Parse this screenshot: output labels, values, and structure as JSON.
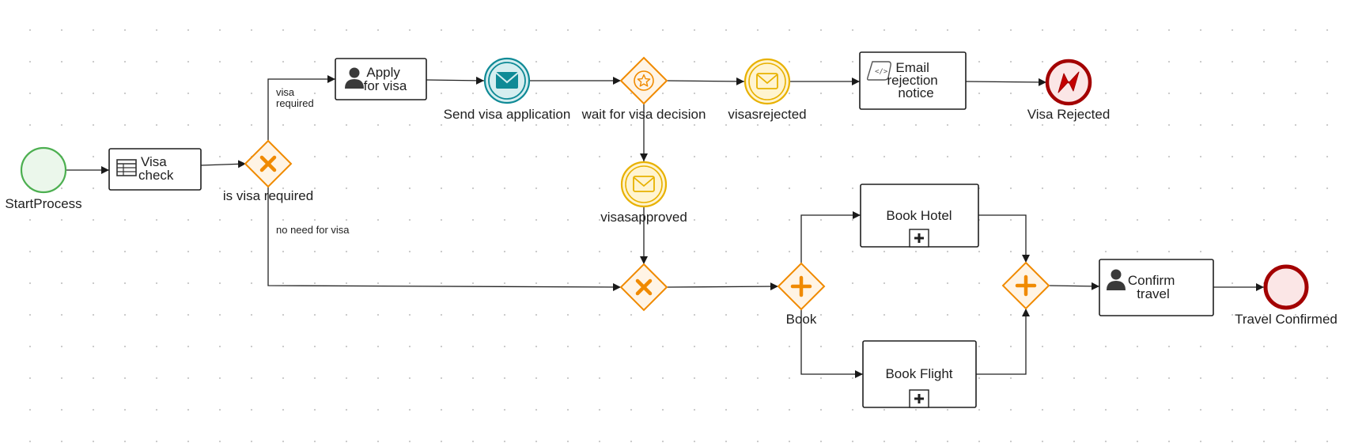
{
  "colors": {
    "start": "#4caf50",
    "end": "#a30000",
    "gateway": "#f08a00",
    "message": "#e8b100",
    "send": "#0f8a96",
    "line": "#222222"
  },
  "events": {
    "start": "StartProcess",
    "send_visa_application": "Send visa application",
    "visas_rejected": "visasrejected",
    "visas_approved": "visasapproved",
    "visa_rejected": "Visa Rejected",
    "travel_confirmed": "Travel Confirmed"
  },
  "gateways": {
    "is_visa_required": "is visa required",
    "wait_for_visa_decision": "wait for visa decision",
    "book": "Book"
  },
  "tasks": {
    "visa_check": [
      "Visa",
      "check"
    ],
    "apply_for_visa": [
      "Apply",
      "for visa"
    ],
    "email_rejection_notice": [
      "Email",
      "rejection",
      "notice"
    ],
    "book_hotel": "Book Hotel",
    "book_flight": "Book Flight",
    "confirm_travel": [
      "Confirm",
      "travel"
    ]
  },
  "flows": {
    "visa_required": [
      "visa",
      "required"
    ],
    "no_need_for_visa": "no need for visa"
  }
}
